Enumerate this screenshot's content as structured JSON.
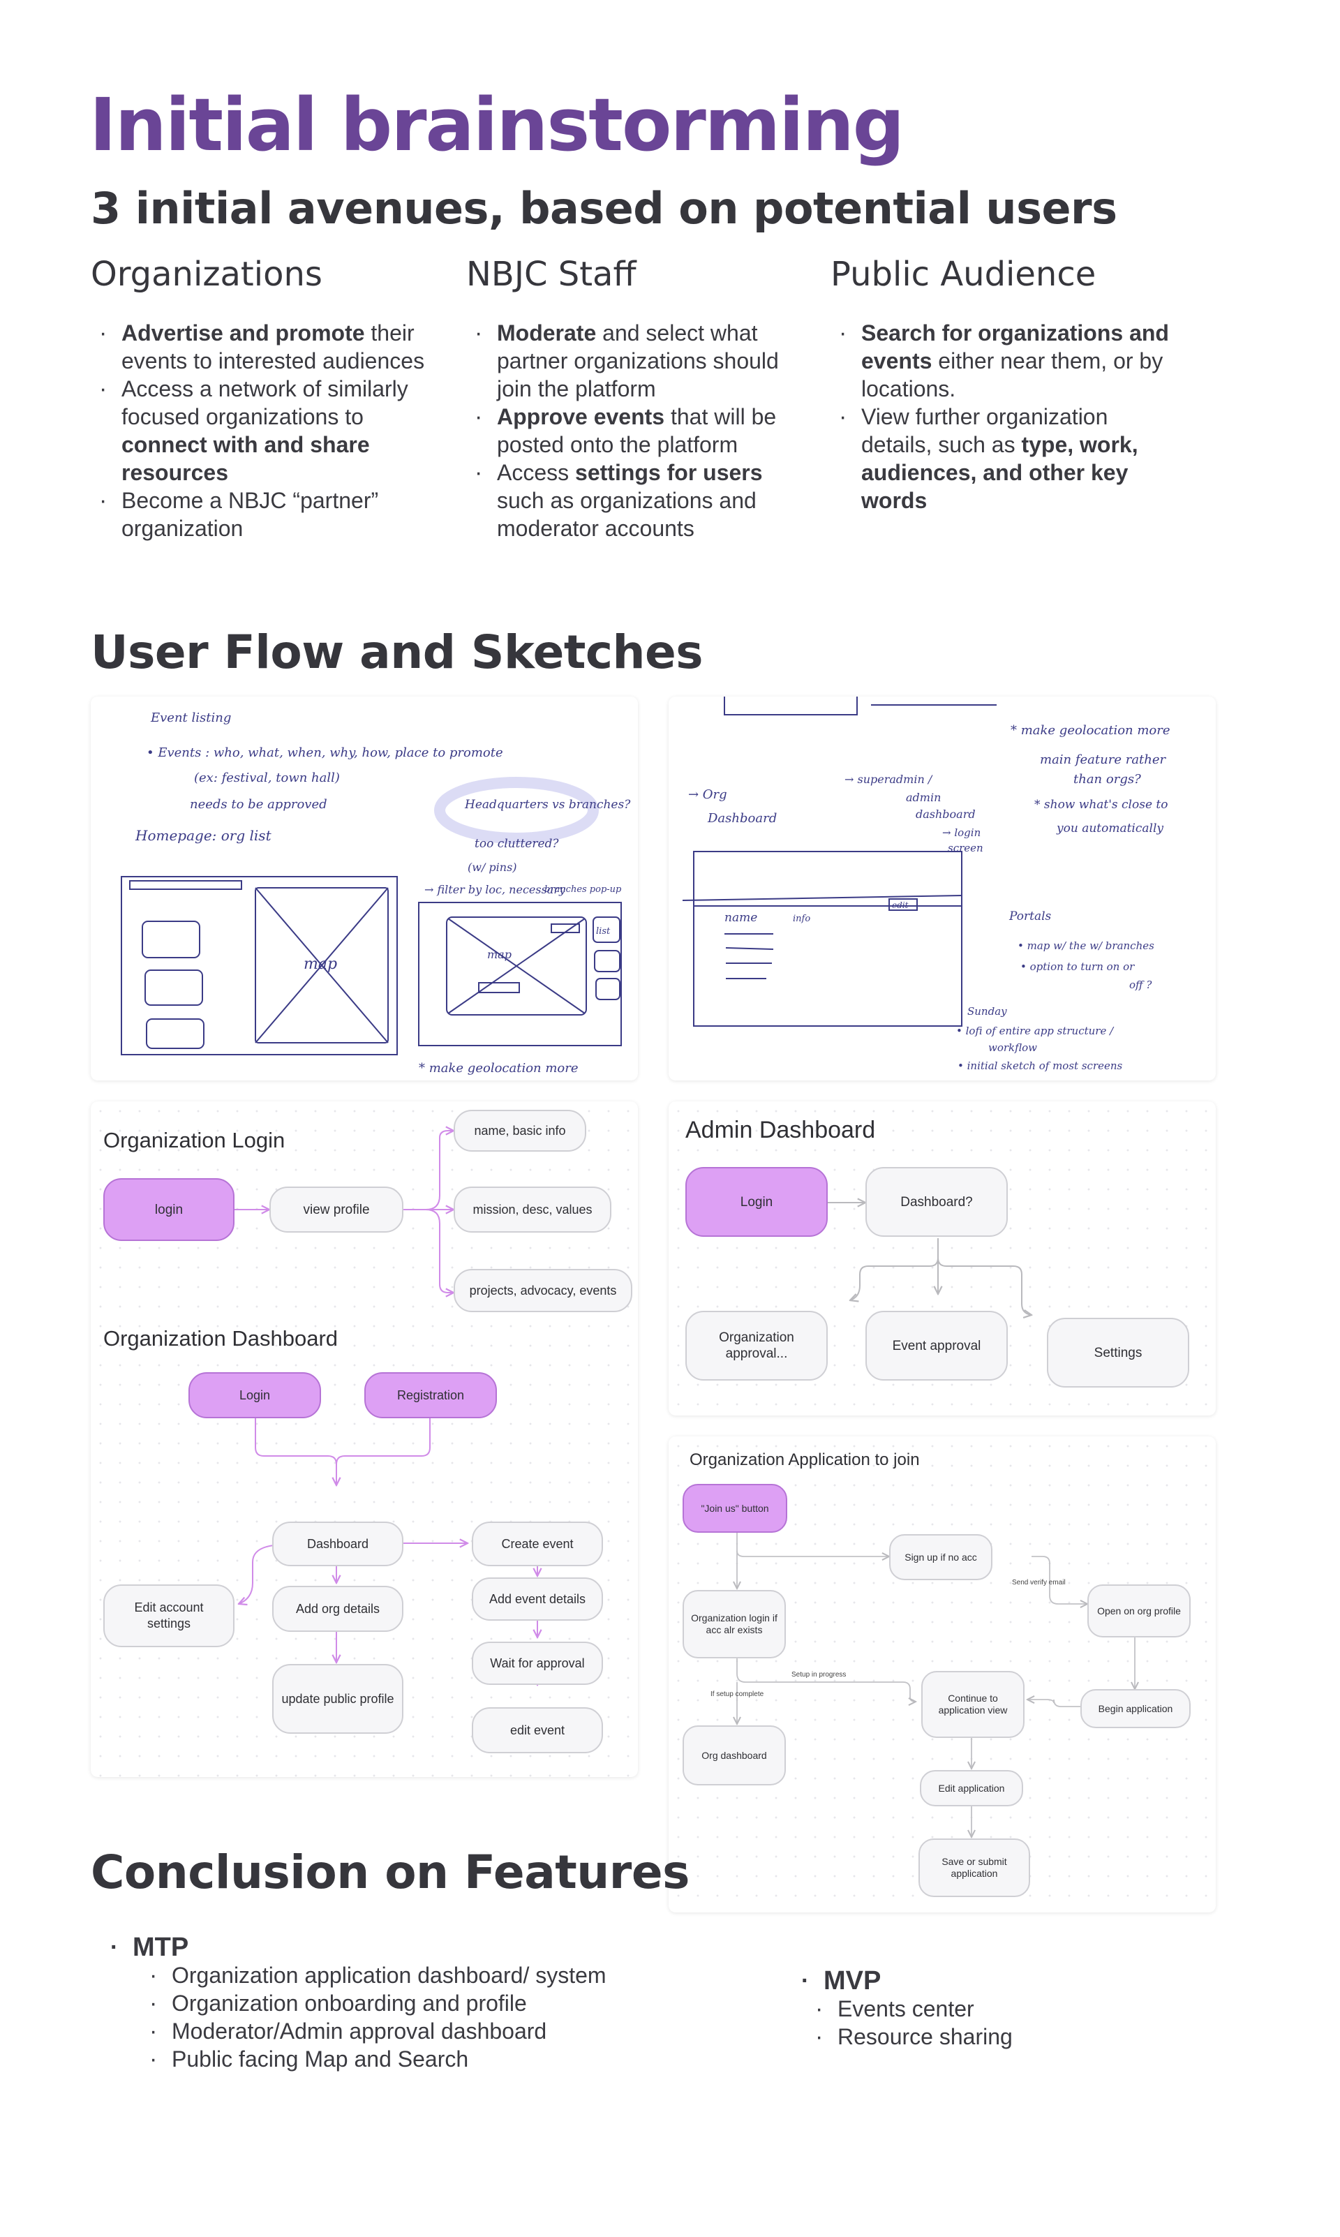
{
  "header": {
    "title": "Initial brainstorming",
    "subtitle": "3 initial avenues, based on potential users"
  },
  "columns": [
    {
      "heading": "Organizations",
      "items": [
        [
          {
            "b": "Advertise and promote"
          },
          {
            "t": " their events to interested audiences"
          }
        ],
        [
          {
            "t": "Access a network of similarly focused organizations to "
          },
          {
            "b": "connect with and share resources"
          }
        ],
        [
          {
            "t": "Become a NBJC “partner” organization"
          }
        ]
      ]
    },
    {
      "heading": "NBJC Staff",
      "items": [
        [
          {
            "b": "Moderate"
          },
          {
            "t": " and select what partner organizations should join the platform"
          }
        ],
        [
          {
            "b": "Approve events"
          },
          {
            "t": " that will be posted onto the platform"
          }
        ],
        [
          {
            "t": "Access "
          },
          {
            "b": "settings for users"
          },
          {
            "t": " such as organizations and moderator accounts"
          }
        ]
      ]
    },
    {
      "heading": "Public Audience",
      "items": [
        [
          {
            "b": "Search for organizations and events"
          },
          {
            "t": " either near them, or by locations."
          }
        ],
        [
          {
            "t": "View further organization details, such as "
          },
          {
            "b": "type, work, audiences, and other key words"
          }
        ]
      ]
    }
  ],
  "section_userflow": {
    "title": "User Flow and Sketches"
  },
  "sketch1": {
    "lines": [
      "Event listing",
      "• Events : who, what, when, why, how, place to promote",
      "(ex: festival, town hall)",
      "needs to be approved",
      "Homepage: org list",
      "map",
      "Headquarters vs branches?",
      "too cluttered?",
      "(w/ pins)",
      "→ filter by loc, necessary",
      "branches pop-up",
      "map",
      "list",
      "* make geolocation more"
    ]
  },
  "sketch2": {
    "lines": [
      "* make geolocation more",
      "main feature rather",
      "than orgs?",
      "* show what's close to",
      "you automatically",
      "→ Org",
      "Dashboard",
      "→ superadmin /",
      "admin",
      "dashboard",
      "→ login",
      "screen",
      "name",
      "info",
      "edit",
      "Portals",
      "• map w/ the w/ branches",
      "• option to turn on or",
      "off ?",
      "Sunday",
      "• lofi of entire app structure /",
      "workflow",
      "• initial sketch of most screens"
    ]
  },
  "org_flow": {
    "login_title": "Organization Login",
    "login": "login",
    "view_profile": "view profile",
    "name_basic": "name, basic info",
    "mission": "mission, desc, values",
    "projects": "projects, advocacy, events",
    "dash_title": "Organization Dashboard",
    "dlogin": "Login",
    "registration": "Registration",
    "dashboard": "Dashboard",
    "create_event": "Create event",
    "edit_account": "Edit account settings",
    "add_org": "Add org details",
    "add_event": "Add event details",
    "wait": "Wait for approval",
    "update_public": "update public profile",
    "edit_event": "edit event"
  },
  "admin_flow": {
    "title": "Admin Dashboard",
    "login": "Login",
    "dashboard": "Dashboard?",
    "org_approval": "Organization approval...",
    "event_approval": "Event approval",
    "settings": "Settings"
  },
  "app_flow": {
    "title": "Organization Application to join",
    "join": "\"Join us\" button",
    "signup": "Sign up if no acc",
    "send_verify": "Send verify email",
    "org_login": "Organization login if acc alr exists",
    "open_org": "Open on org profile",
    "setup_progress": "Setup in progress",
    "continue": "Continue to application view",
    "begin": "Begin application",
    "if_setup": "If setup complete",
    "org_dash": "Org dashboard",
    "edit_app": "Edit application",
    "save_submit": "Save or submit application"
  },
  "conclusion": {
    "title": "Conclusion on Features",
    "mtp_label": "MTP",
    "mtp_items": [
      "Organization application dashboard/ system",
      "Organization onboarding and profile",
      "Moderator/Admin approval dashboard",
      "Public facing Map and Search"
    ],
    "mvp_label": "MVP",
    "mvp_items": [
      "Events center",
      "Resource sharing"
    ]
  },
  "colors": {
    "title_purple": "#6a4596",
    "node_purple": "#dda0f4",
    "node_purple_border": "#b673d6",
    "node_grey": "#f6f6f8",
    "node_grey_border": "#cfcfd4",
    "arrow_purple": "#d08be8",
    "arrow_grey": "#b9b9bd",
    "ink": "#3b3b86"
  }
}
